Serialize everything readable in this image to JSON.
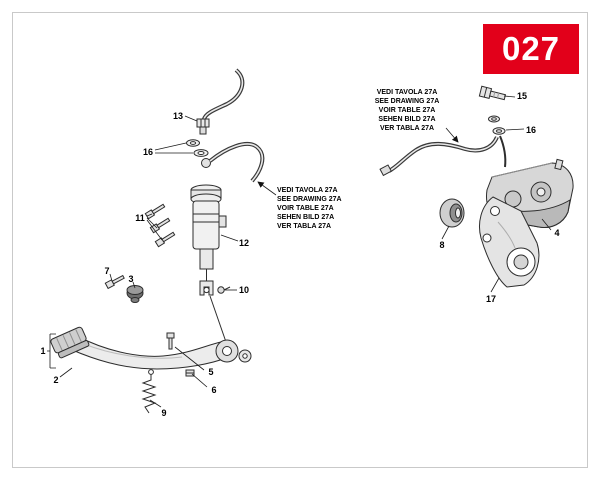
{
  "page": {
    "badge": "027",
    "badge_color": "#e2001a"
  },
  "annotations": {
    "left_note": {
      "lines": [
        "VEDI TAVOLA 27A",
        "SEE DRAWING 27A",
        "VOIR TABLE 27A",
        "SEHEN BILD 27A",
        "VER TABLA 27A"
      ]
    },
    "right_note": {
      "lines": [
        "VEDI TAVOLA 27A",
        "SEE DRAWING 27A",
        "VOIR TABLE 27A",
        "SEHEN BILD 27A",
        "VER TABLA 27A"
      ]
    }
  },
  "callouts": [
    "13",
    "16",
    "11",
    "12",
    "7",
    "3",
    "10",
    "1",
    "2",
    "5",
    "6",
    "9",
    "15",
    "16",
    "8",
    "4",
    "17"
  ]
}
